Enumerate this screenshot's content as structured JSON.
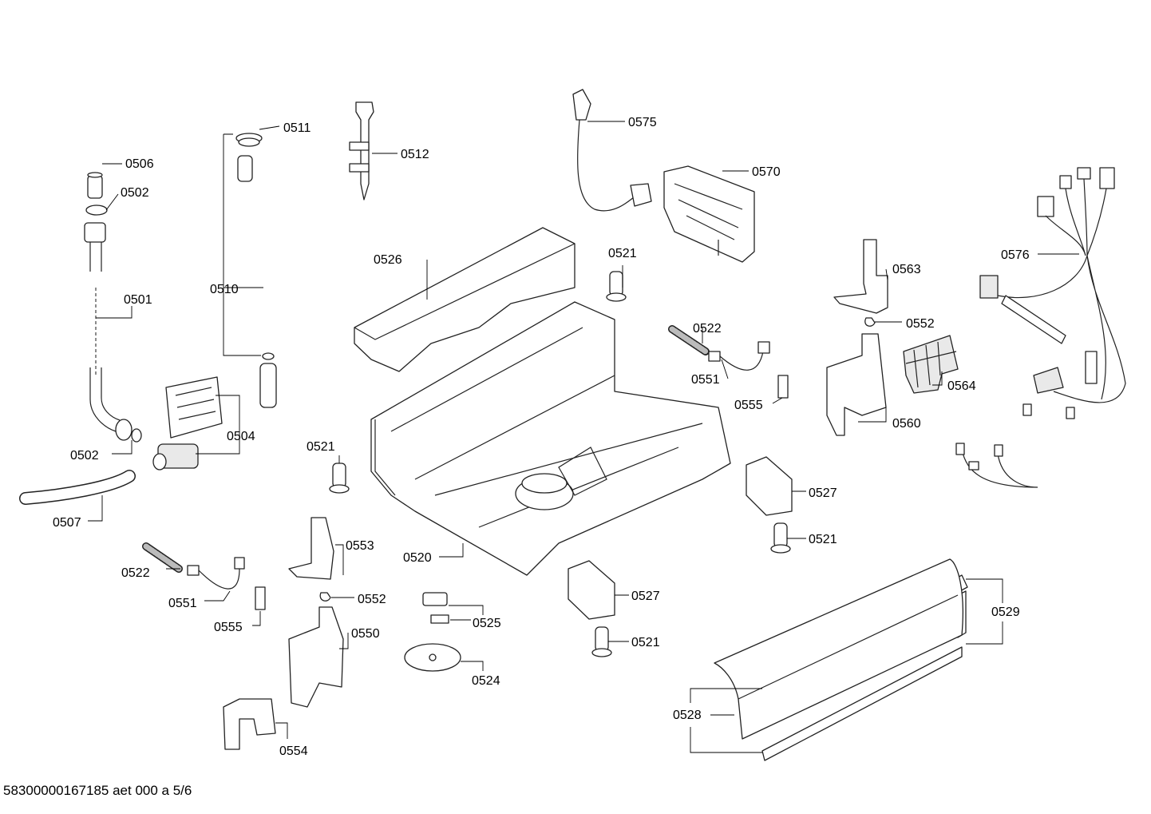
{
  "footer_text": "58300000167185 aet 000 a 5/6",
  "callouts": {
    "c0511": "0511",
    "c0512": "0512",
    "c0575": "0575",
    "c0570": "0570",
    "c0506": "0506",
    "c0502a": "0502",
    "c0501": "0501",
    "c0510": "0510",
    "c0526": "0526",
    "c0521a": "0521",
    "c0563": "0563",
    "c0576": "0576",
    "c0552a": "0552",
    "c0522a": "0522",
    "c0551a": "0551",
    "c0555a": "0555",
    "c0564": "0564",
    "c0560": "0560",
    "c0504": "0504",
    "c0502b": "0502",
    "c0521b": "0521",
    "c0507": "0507",
    "c0527a": "0527",
    "c0521c": "0521",
    "c0553": "0553",
    "c0520": "0520",
    "c0522b": "0522",
    "c0551b": "0551",
    "c0552b": "0552",
    "c0527b": "0527",
    "c0555b": "0555",
    "c0525": "0525",
    "c0550": "0550",
    "c0521d": "0521",
    "c0529": "0529",
    "c0524": "0524",
    "c0528": "0528",
    "c0554": "0554"
  }
}
